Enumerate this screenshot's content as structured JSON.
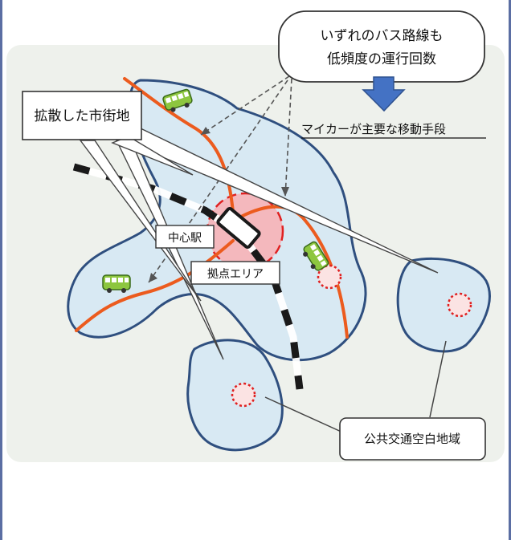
{
  "callouts": {
    "bus_routes": [
      "いずれのバス路線も",
      "低頻度の運行回数"
    ],
    "sprawl": "拡散した市街地",
    "car_main": "マイカーが主要な移動手段",
    "central_station": "中心駅",
    "hub_area": "拠点エリア",
    "transit_gap": "公共交通空白地域"
  },
  "colors": {
    "district_fill": "#d8e9f3",
    "district_stroke": "#2f4f7f",
    "bus_route": "#ec5b1e",
    "hub_zone": "#f4b8bd",
    "gap_marker": "#e02020",
    "arrow": "#4472c4",
    "railway": "#1a1a1a"
  },
  "icons": [
    "bus-icon",
    "bus-icon",
    "bus-icon",
    "down-arrow-icon"
  ]
}
